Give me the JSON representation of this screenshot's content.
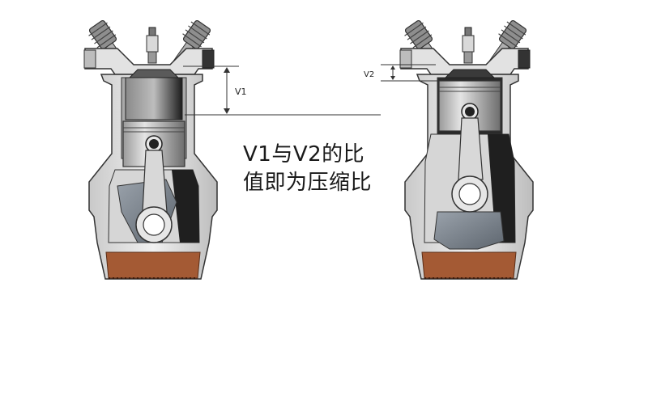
{
  "diagram": {
    "labels": {
      "v1": "V1",
      "v2": "V2"
    },
    "caption": {
      "line1": "V1与V2的比",
      "line2": "值即为压缩比"
    },
    "colors": {
      "block_fill": "#d8d8d8",
      "block_stroke": "#3a3a3a",
      "cylinder_wall": "#bfbfbf",
      "dark_chamber": "#1e1e1e",
      "piston_light": "#cfcfcf",
      "piston_dark": "#5a5a5a",
      "crank": "#7f8790",
      "oil": "#a45a34",
      "dimension_line": "#333333"
    }
  }
}
